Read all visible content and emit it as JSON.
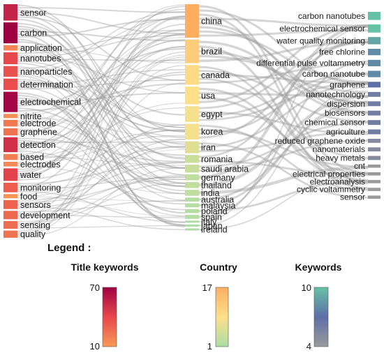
{
  "colors": {
    "link": "#9a9a9a",
    "title_high": "#9e0142",
    "title_mid": "#e8474b",
    "title_low": "#f79a57",
    "country_high": "#fdae61",
    "country_mid": "#fee08b",
    "country_low": "#abdda4",
    "kw_high": "#66c2a5",
    "kw_mid": "#5e6ea8",
    "kw_low": "#9a9a9a"
  },
  "diagram": {
    "title_keywords": [
      {
        "label": "sensor",
        "value": 55
      },
      {
        "label": "carbon",
        "value": 70
      },
      {
        "label": "application",
        "value": 18
      },
      {
        "label": "nanotubes",
        "value": 40
      },
      {
        "label": "nanoparticles",
        "value": 36
      },
      {
        "label": "determination",
        "value": 38
      },
      {
        "label": "electrochemical",
        "value": 68
      },
      {
        "label": "nitrite",
        "value": 14
      },
      {
        "label": "electrode",
        "value": 22
      },
      {
        "label": "graphene",
        "value": 24
      },
      {
        "label": "detection",
        "value": 50
      },
      {
        "label": "based",
        "value": 20
      },
      {
        "label": "electrodes",
        "value": 16
      },
      {
        "label": "water",
        "value": 42
      },
      {
        "label": "monitoring",
        "value": 32
      },
      {
        "label": "food",
        "value": 12
      },
      {
        "label": "sensors",
        "value": 30
      },
      {
        "label": "development",
        "value": 28
      },
      {
        "label": "sensing",
        "value": 26
      },
      {
        "label": "quality",
        "value": 24
      }
    ],
    "countries": [
      {
        "label": "china",
        "value": 17
      },
      {
        "label": "brazil",
        "value": 12
      },
      {
        "label": "canada",
        "value": 10
      },
      {
        "label": "usa",
        "value": 9
      },
      {
        "label": "egypt",
        "value": 8
      },
      {
        "label": "korea",
        "value": 8
      },
      {
        "label": "iran",
        "value": 6
      },
      {
        "label": "romania",
        "value": 4
      },
      {
        "label": "saudi arabia",
        "value": 4
      },
      {
        "label": "germany",
        "value": 3
      },
      {
        "label": "thailand",
        "value": 3
      },
      {
        "label": "india",
        "value": 3
      },
      {
        "label": "australia",
        "value": 2
      },
      {
        "label": "malaysia",
        "value": 2
      },
      {
        "label": "poland",
        "value": 2
      },
      {
        "label": "spain",
        "value": 2
      },
      {
        "label": "italy",
        "value": 1
      },
      {
        "label": "japan",
        "value": 1
      },
      {
        "label": "ireland",
        "value": 1
      }
    ],
    "keywords": [
      {
        "label": "carbon nanotubes",
        "value": 10
      },
      {
        "label": "electrochemical sensor",
        "value": 10
      },
      {
        "label": "water quality monitoring",
        "value": 9
      },
      {
        "label": "free chlorine",
        "value": 8
      },
      {
        "label": "differential pulse voltammetry",
        "value": 8
      },
      {
        "label": "carbon nanotube",
        "value": 8
      },
      {
        "label": "graphene",
        "value": 7
      },
      {
        "label": "nanotechnology",
        "value": 6
      },
      {
        "label": "dispersion",
        "value": 6
      },
      {
        "label": "biosensors",
        "value": 6
      },
      {
        "label": "chemical sensor",
        "value": 6
      },
      {
        "label": "agriculture",
        "value": 6
      },
      {
        "label": "reduced graphene oxide",
        "value": 5
      },
      {
        "label": "nanomaterials",
        "value": 5
      },
      {
        "label": "heavy metals",
        "value": 5
      },
      {
        "label": "cnt",
        "value": 4
      },
      {
        "label": "electrical properties",
        "value": 4
      },
      {
        "label": "electroanalysis",
        "value": 4
      },
      {
        "label": "cyclic voltammetry",
        "value": 4
      },
      {
        "label": "sensor",
        "value": 4
      }
    ]
  },
  "legend": {
    "heading": "Legend :",
    "title_keywords": {
      "title": "Title keywords",
      "max": "70",
      "min": "10"
    },
    "country": {
      "title": "Country",
      "max": "17",
      "min": "1"
    },
    "keywords": {
      "title": "Keywords",
      "max": "10",
      "min": "4"
    }
  }
}
